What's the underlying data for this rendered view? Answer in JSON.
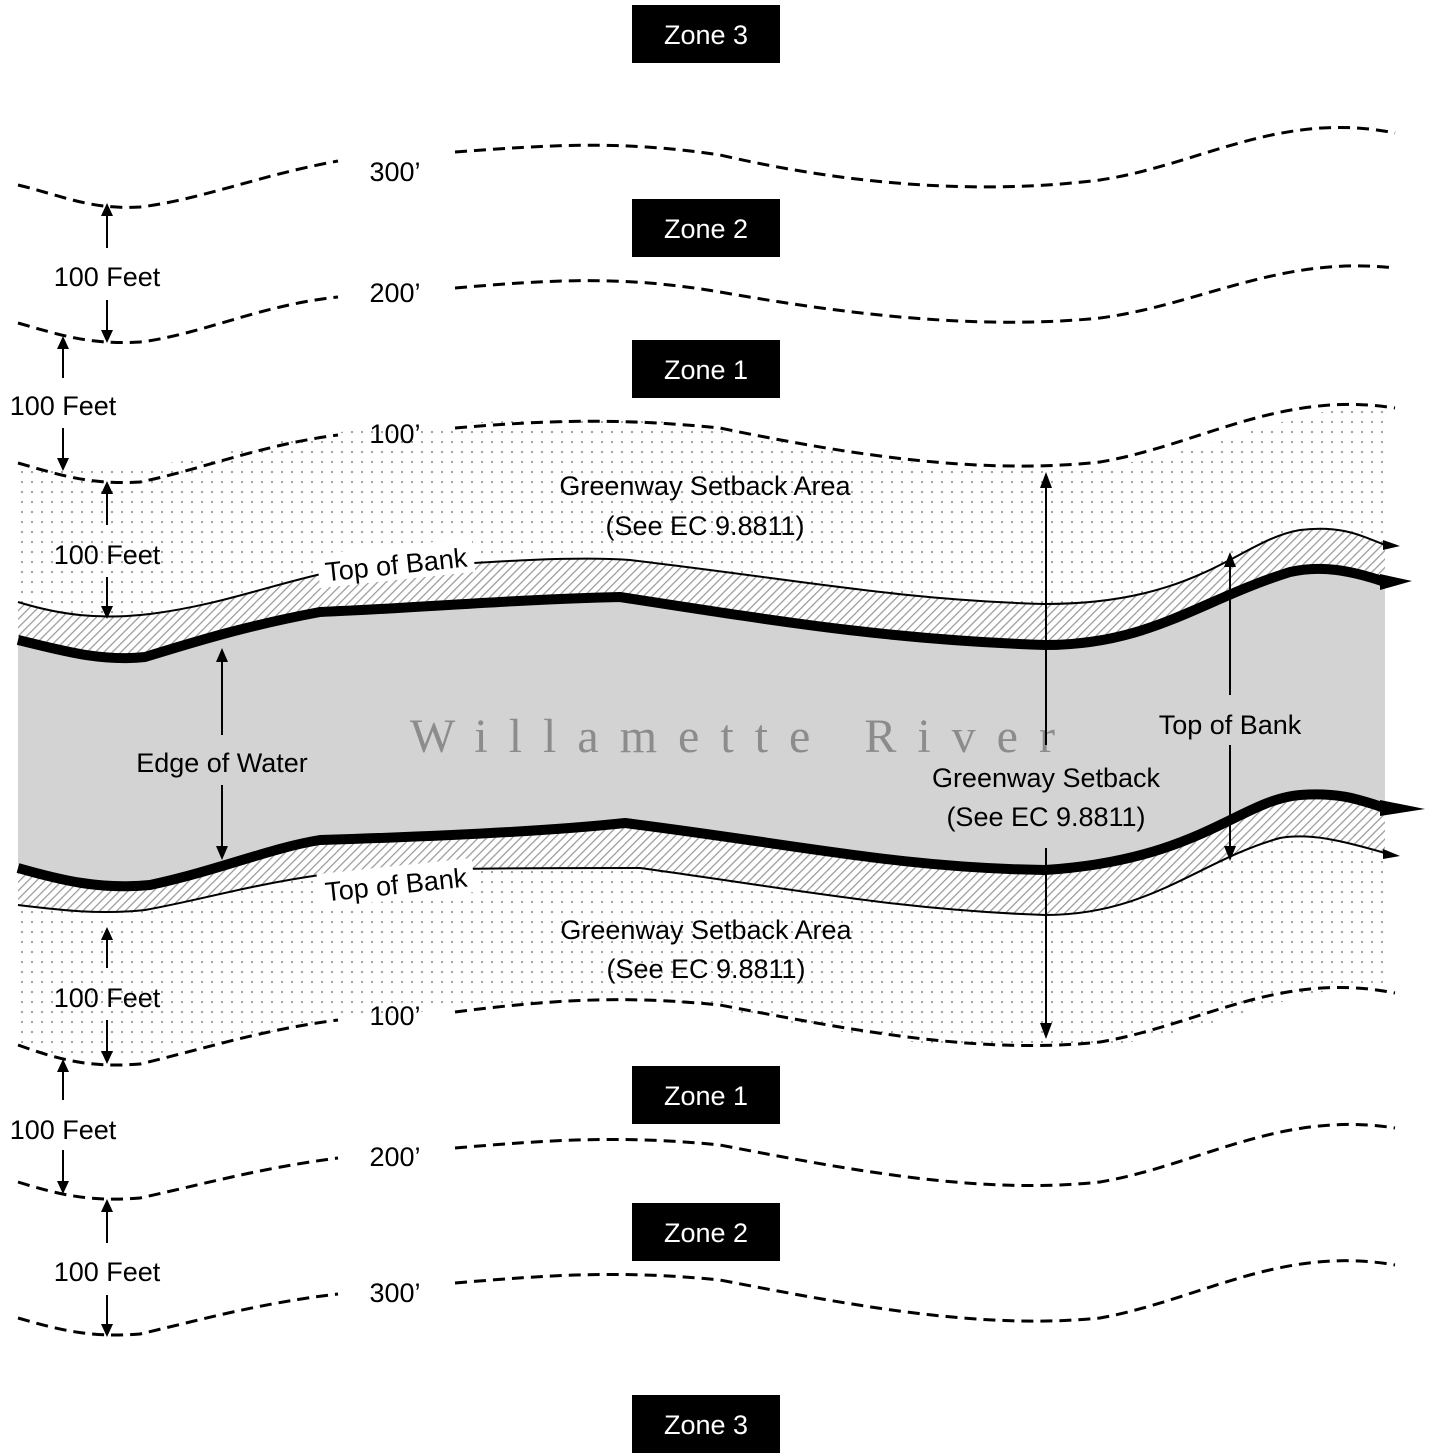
{
  "zones": {
    "top_zone3": "Zone 3",
    "top_zone2": "Zone 2",
    "top_zone1": "Zone 1",
    "bottom_zone1": "Zone 1",
    "bottom_zone2": "Zone 2",
    "bottom_zone3": "Zone 3"
  },
  "distance_markers": {
    "north_300": "300’",
    "north_200": "200’",
    "north_100": "100’",
    "south_100": "100’",
    "south_200": "200’",
    "south_300": "300’"
  },
  "spacing_labels": {
    "north_a": "100 Feet",
    "north_b": "100 Feet",
    "north_c": "100 Feet",
    "south_a": "100 Feet",
    "south_b": "100 Feet",
    "south_c": "100 Feet"
  },
  "greenway_north": {
    "title": "Greenway Setback Area",
    "reference": "(See EC 9.8811)"
  },
  "greenway_south": {
    "title": "Greenway Setback Area",
    "reference": "(See EC 9.8811)"
  },
  "top_of_bank_north": "Top of Bank",
  "top_of_bank_south": "Top of Bank",
  "top_of_bank_right": "Top of Bank",
  "edge_of_water": "Edge of Water",
  "river_name": "Willamette River",
  "greenway_setback": {
    "title": "Greenway Setback",
    "reference": "(See EC 9.8811)"
  },
  "colors": {
    "zone_box": "#000000",
    "river_fill": "#d3d3d3",
    "bank_hatch": "#9a9a9a",
    "setback_dots": "#9a9a9a"
  }
}
